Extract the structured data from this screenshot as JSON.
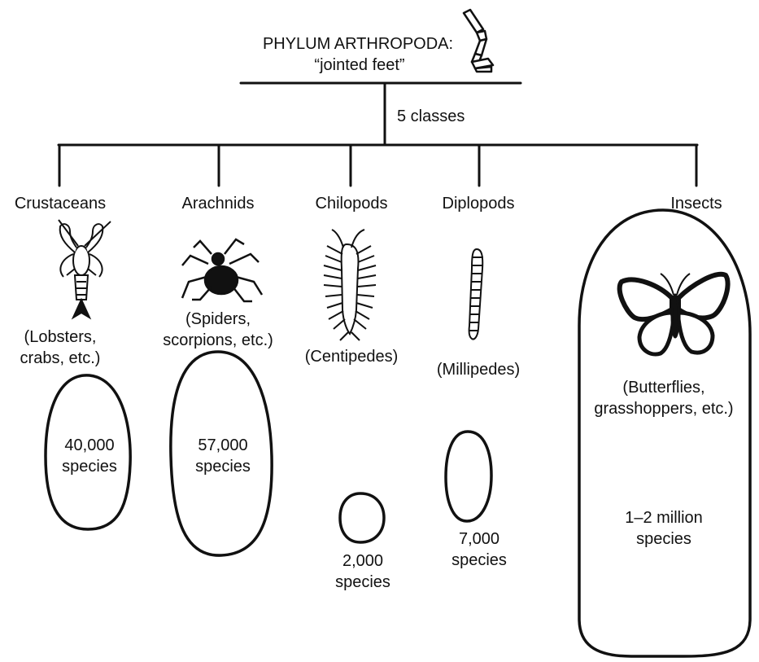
{
  "title": {
    "line1": "PHYLUM ARTHROPODA:",
    "line2": "“jointed feet”"
  },
  "classes_label": "5 classes",
  "classes": [
    {
      "name": "Crustaceans",
      "examples": [
        "(Lobsters,",
        "crabs, etc.)"
      ],
      "species": [
        "40,000",
        "species"
      ],
      "icon": "lobster-icon"
    },
    {
      "name": "Arachnids",
      "examples": [
        "(Spiders,",
        "scorpions, etc.)"
      ],
      "species": [
        "57,000",
        "species"
      ],
      "icon": "spider-icon"
    },
    {
      "name": "Chilopods",
      "examples": [
        "(Centipedes)"
      ],
      "species": [
        "2,000",
        "species"
      ],
      "icon": "centipede-icon"
    },
    {
      "name": "Diplopods",
      "examples": [
        "(Millipedes)"
      ],
      "species": [
        "7,000",
        "species"
      ],
      "icon": "millipede-icon"
    },
    {
      "name": "Insects",
      "examples": [
        "(Butterflies,",
        "grasshoppers, etc.)"
      ],
      "species": [
        "1–2 million",
        "species"
      ],
      "icon": "butterfly-icon"
    }
  ],
  "header_icon": "jointed-leg-icon"
}
